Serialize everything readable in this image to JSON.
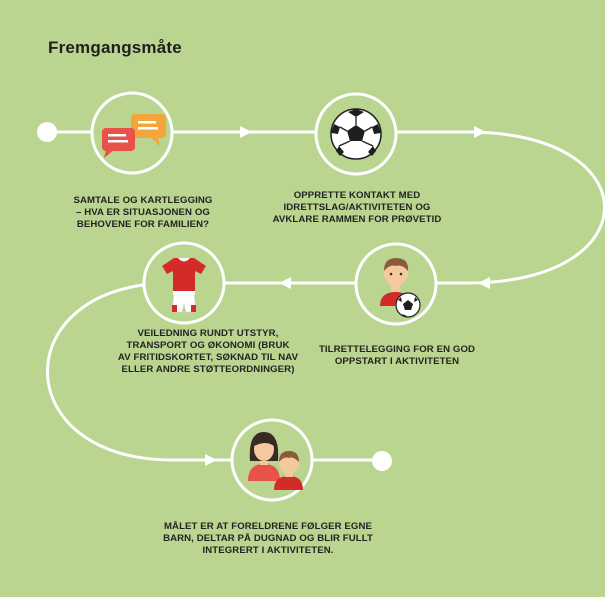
{
  "title": "Fremgangsmåte",
  "colors": {
    "background": "#b9d590",
    "path": "#ffffff",
    "bubble_red": "#e8524a",
    "bubble_orange": "#f4a53c",
    "jersey_red": "#d42a2a",
    "skin": "#f4c9a0",
    "hair_dark": "#3a2a24",
    "hair_brown": "#8a5a3a"
  },
  "steps": [
    {
      "icon": "chat-bubbles-icon",
      "lines": [
        "SAMTALE OG KARTLEGGING",
        "– HVA ER SITUASJONEN OG",
        "BEHOVENE FOR FAMILIEN?"
      ]
    },
    {
      "icon": "soccer-ball-icon",
      "lines": [
        "OPPRETTE KONTAKT MED",
        "IDRETTSLAG/AKTIVITETEN OG",
        "AVKLARE RAMMEN FOR PRØVETID"
      ]
    },
    {
      "icon": "football-jersey-icon",
      "lines": [
        "VEILEDNING RUNDT UTSTYR,",
        "TRANSPORT OG ØKONOMI (BRUK",
        "AV FRITIDSKORTET, SØKNAD TIL NAV",
        "ELLER ANDRE STØTTEORDNINGER)"
      ]
    },
    {
      "icon": "boy-with-ball-icon",
      "lines": [
        "TILRETTELEGGING FOR EN GOD",
        "OPPSTART I AKTIVITETEN"
      ]
    },
    {
      "icon": "parent-and-child-icon",
      "lines": [
        "MÅLET ER AT FORELDRENE FØLGER EGNE",
        "BARN, DELTAR PÅ DUGNAD OG BLIR FULLT",
        "INTEGRERT I AKTIVITETEN."
      ]
    }
  ]
}
